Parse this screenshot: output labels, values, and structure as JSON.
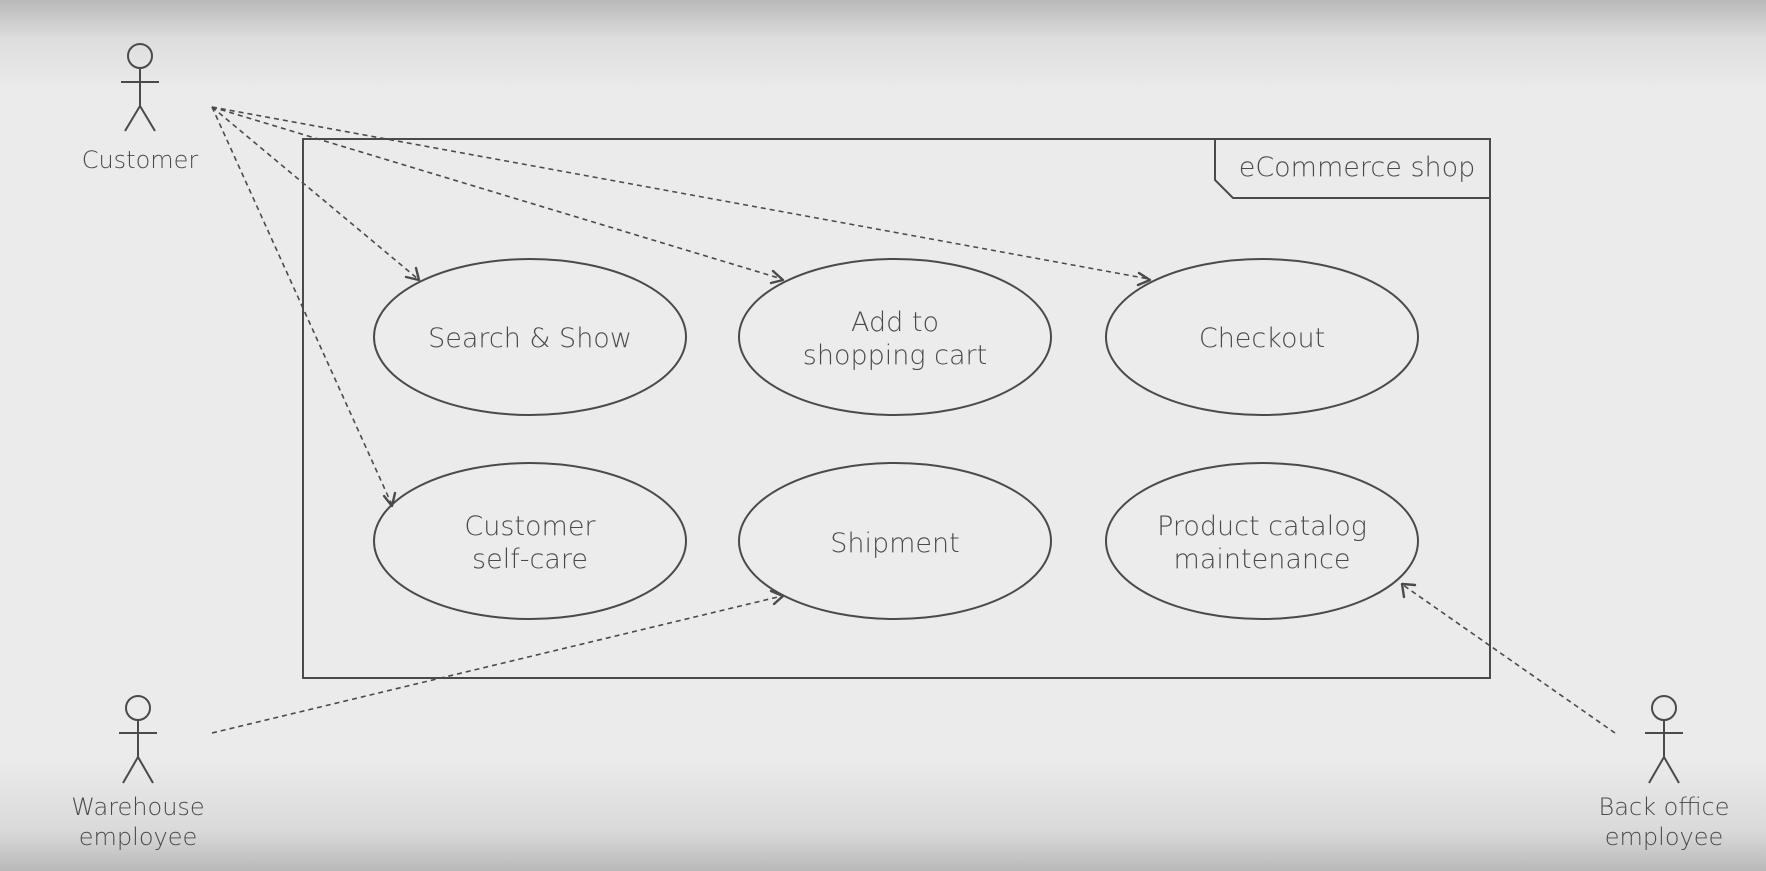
{
  "diagram": {
    "system_boundary": {
      "label": "eCommerce shop"
    },
    "actors": {
      "customer": {
        "line1": "Customer"
      },
      "warehouse": {
        "line1": "Warehouse",
        "line2": "employee"
      },
      "backoffice": {
        "line1": "Back office",
        "line2": "employee"
      }
    },
    "use_cases": {
      "search_show": {
        "line1": "Search & Show"
      },
      "add_to_cart": {
        "line1": "Add to",
        "line2": "shopping cart"
      },
      "checkout": {
        "line1": "Checkout"
      },
      "self_care": {
        "line1": "Customer",
        "line2": "self-care"
      },
      "shipment": {
        "line1": "Shipment"
      },
      "catalog": {
        "line1": "Product catalog",
        "line2": "maintenance"
      }
    },
    "associations": [
      {
        "from": "Customer",
        "to": "Search & Show"
      },
      {
        "from": "Customer",
        "to": "Add to shopping cart"
      },
      {
        "from": "Customer",
        "to": "Checkout"
      },
      {
        "from": "Customer",
        "to": "Customer self-care"
      },
      {
        "from": "Warehouse employee",
        "to": "Shipment"
      },
      {
        "from": "Back office employee",
        "to": "Product catalog maintenance"
      }
    ],
    "colors": {
      "line": "#4a4a4a",
      "background": "#ebebeb"
    }
  }
}
